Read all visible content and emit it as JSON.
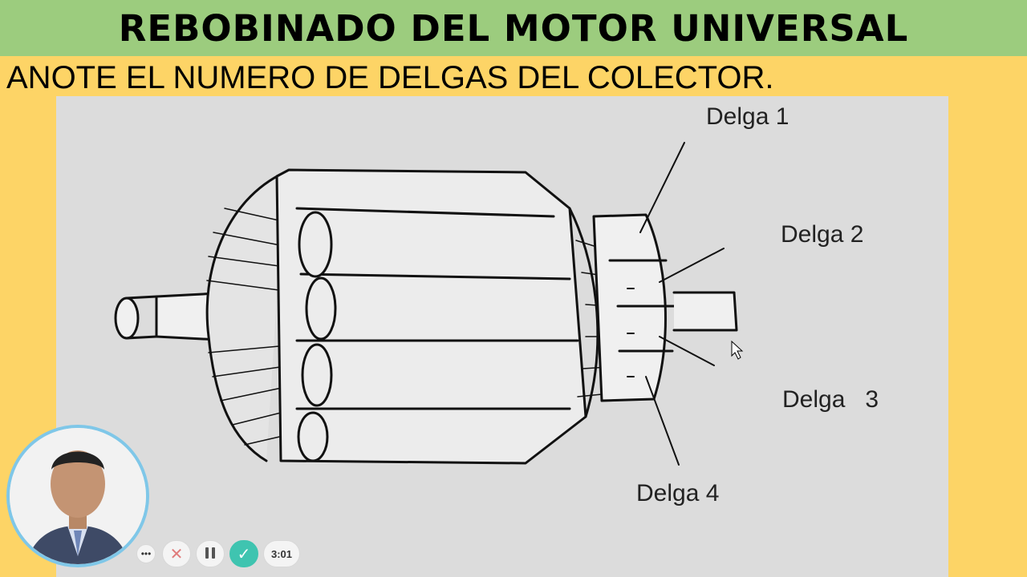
{
  "slide": {
    "title": "REBOBINADO DEL MOTOR UNIVERSAL",
    "instruction": "ANOTE EL NUMERO DE DELGAS DEL COLECTOR."
  },
  "diagram": {
    "labels": {
      "delga1": "Delga 1",
      "delga2": "Delga 2",
      "delga3": "Delga   3",
      "delga4": "Delga 4"
    }
  },
  "recorder": {
    "more_icon": "more-icon",
    "cancel_icon": "close-icon",
    "pause_icon": "pause-icon",
    "done_icon": "check-icon",
    "timer": "3:01"
  }
}
